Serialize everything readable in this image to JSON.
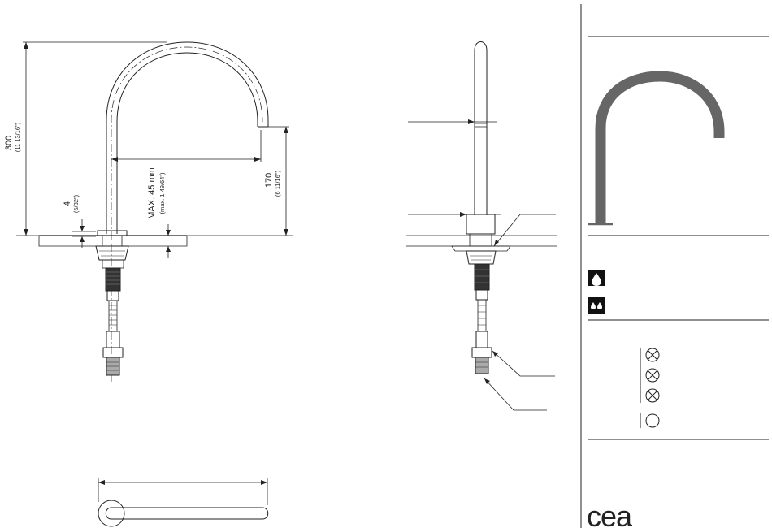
{
  "dimensions": {
    "height": {
      "value": "300",
      "imperial": "(11 13/16\")"
    },
    "spout_height": {
      "value": "170",
      "imperial": "(6 11/16\")"
    },
    "base": {
      "value": "4",
      "imperial": "(5/32\")"
    },
    "deck": {
      "value": "MAX. 45 mm",
      "imperial": "(max. 1 49/64\")"
    }
  },
  "sidebar": {
    "single_hole_icon": "water-drop-icon",
    "double_hole_icon": "two-drops-icon",
    "option_icons": [
      "crossed-circle-icon",
      "crossed-circle-icon",
      "crossed-circle-icon",
      "circle-icon"
    ]
  },
  "brand": {
    "logo_text": "cea"
  },
  "colors": {
    "line": "#222222",
    "spout_fill": "#666666",
    "icon_bg": "#111111"
  }
}
